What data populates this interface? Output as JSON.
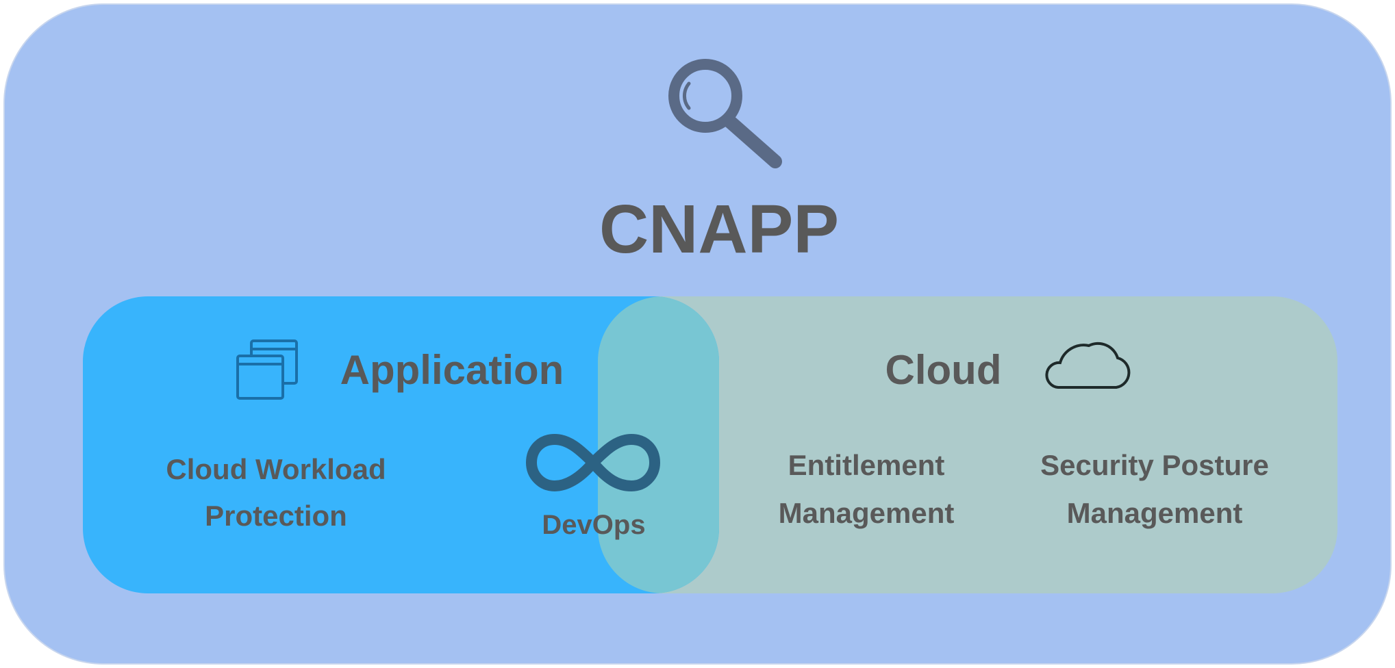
{
  "title": "CNAPP",
  "application": {
    "label": "Application",
    "items": [
      "Cloud Workload",
      "Protection"
    ]
  },
  "devops": {
    "label": "DevOps"
  },
  "cloud": {
    "label": "Cloud",
    "items": [
      {
        "line1": "Entitlement",
        "line2": "Management"
      },
      {
        "line1": "Security Posture",
        "line2": "Management"
      }
    ]
  },
  "colors": {
    "outer": "#a4c1f2",
    "application": "#38b4fc",
    "cloud": "#adcbcb",
    "overlap": "#78c6d3",
    "text": "#595959",
    "icon": "#5a6a86"
  }
}
